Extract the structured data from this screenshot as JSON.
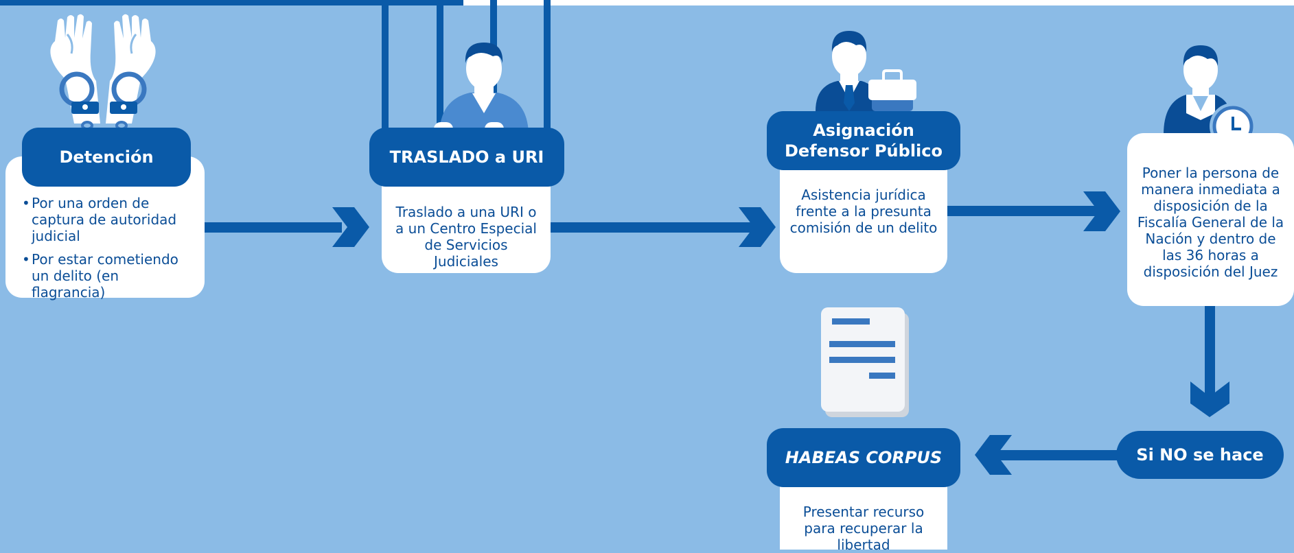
{
  "steps": [
    {
      "title": "Detención",
      "bullets": [
        "Por una orden de captura de autoridad judicial",
        "Por estar cometiendo un delito (en flagrancia)"
      ]
    },
    {
      "title": "TRASLADO a URI",
      "body": "Traslado a una URI o a un Centro Especial de Servicios Judiciales"
    },
    {
      "title": "Asignación Defensor Público",
      "body": "Asistencia jurídica frente a la presunta comisión de un delito"
    },
    {
      "body": "Poner la persona de manera inmediata a disposición de la Fiscalía General de la Nación y dentro de las 36 horas a disposición del Juez"
    },
    {
      "title": "Si NO se hace"
    },
    {
      "title": "HABEAS CORPUS",
      "body": "Presentar recurso para recuperar la libertad"
    }
  ],
  "colors": {
    "background": "#8bbbe6",
    "primary": "#0a5aa8",
    "card": "#ffffff",
    "text": "#0a4d96"
  }
}
